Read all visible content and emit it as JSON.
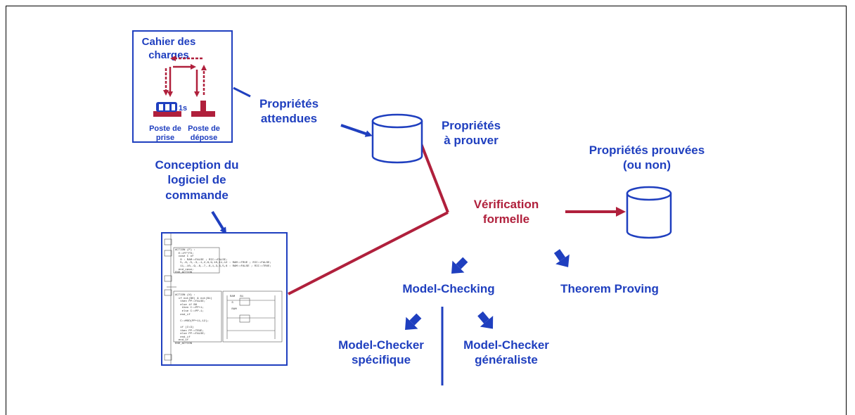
{
  "spec_box": {
    "title": "Cahier des\ncharges",
    "timer": "1s",
    "station_pick": "Poste de\nprise",
    "station_drop": "Poste de\ndépose"
  },
  "labels": {
    "expected": "Propriétés\nattendues",
    "to_prove": "Propriétés\nà prouver",
    "proven": "Propriétés prouvées\n(ou non)",
    "design": "Conception du\nlogiciel de\ncommande",
    "verification": "Vérification\nformelle",
    "model_checking": "Model-Checking",
    "theorem_proving": "Theorem Proving",
    "mc_specific": "Model-Checker\nspécifique",
    "mc_general": "Model-Checker\ngénéraliste"
  },
  "program": {
    "code1": "ACTION (P) :\n  E:=FF*F0;\n  case C of\n   0 : RAM:=FALSE ; RIC:=FALSE;\n   5,-6,-5,-3,-1,2,8,9,10,11,12 : RAM:=TRUE ; RIC:=FALSE;\n   11,-10,-9,-8,-7,-6,1,3,4,5,6 : RAM:=FALSE ; RIC:=TRUE;\n  end_case;\nEND_ACTION",
    "code2": "ACTION (N) :\n  if not(B0) & not(B1)\n   then PP:=FALSE;\n   else if B0\n    then C:=PP+1;\n    else C:=PP-1;\n   end_if\n\n   C:=MOD(PP+11,12);\n\n   if (C<3)\n   then PP:=TRUE;\n   else PP:=FALSE;\n   end_if\n  end_if\nEND_ACTION",
    "ladder": "RAM   B1\n\n S\n\n RAM"
  },
  "colors": {
    "blue": "#1f3fbf",
    "red": "#b0203c"
  }
}
